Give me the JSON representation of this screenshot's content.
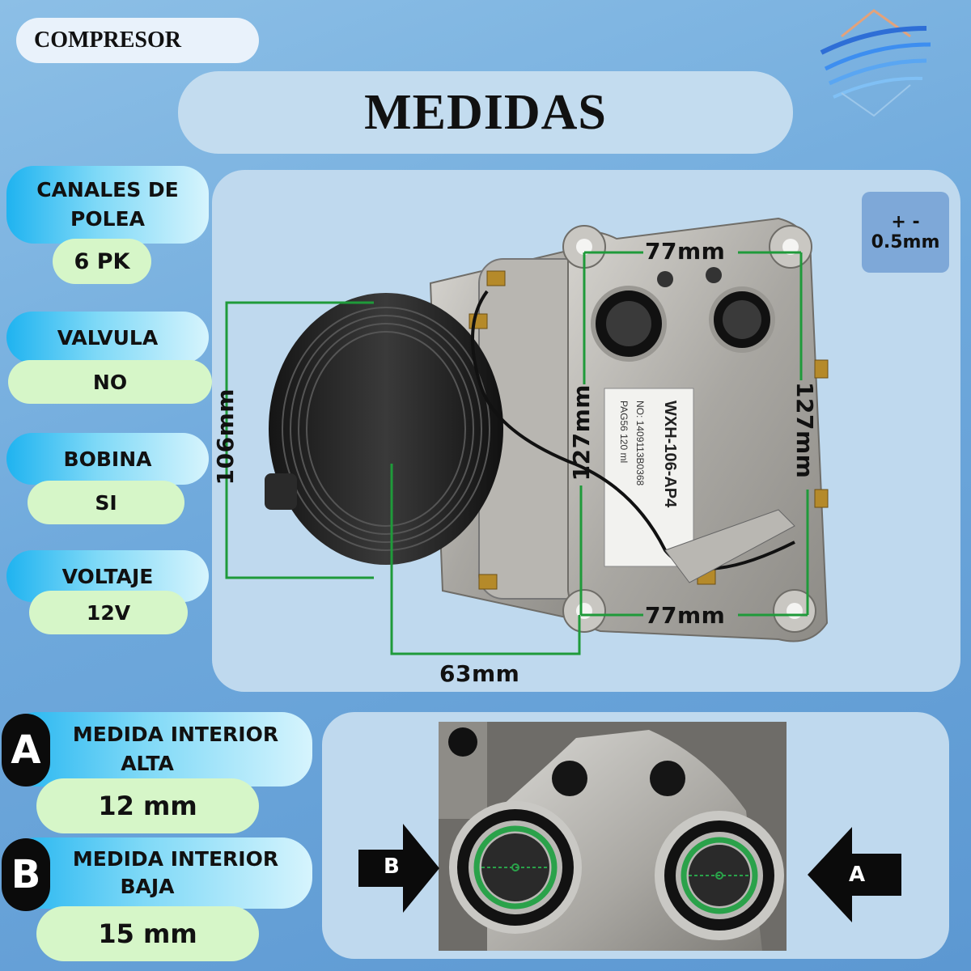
{
  "header": {
    "category": "COMPRESOR",
    "title": "MEDIDAS"
  },
  "tolerance": {
    "line1": "+ -",
    "line2": "0.5mm"
  },
  "specs": [
    {
      "label": "CANALES DE POLEA",
      "value": "6 PK"
    },
    {
      "label": "VALVULA",
      "value": "NO"
    },
    {
      "label": "BOBINA",
      "value": "SI"
    },
    {
      "label": "VOLTAJE",
      "value": "12V"
    }
  ],
  "dimensions": {
    "top_width": "77mm",
    "bottom_width": "77mm",
    "left_height": "127mm",
    "right_height": "127mm",
    "pulley_height": "106mm",
    "depth": "63mm"
  },
  "product_label": {
    "model": "WXH-106-AP4",
    "line1": "NO: 1409113B0368",
    "line2": "PAG56 120 ml"
  },
  "ports": {
    "a": {
      "letter": "A",
      "label_line1": "MEDIDA INTERIOR",
      "label_line2": "ALTA",
      "value": "12 mm"
    },
    "b": {
      "letter": "B",
      "label_line1": "MEDIDA INTERIOR",
      "label_line2": "BAJA",
      "value": "15 mm"
    }
  },
  "colors": {
    "dimension_line": "#1f9a3a",
    "background": "#6fa9dc",
    "panel": "#bfd9ee"
  }
}
